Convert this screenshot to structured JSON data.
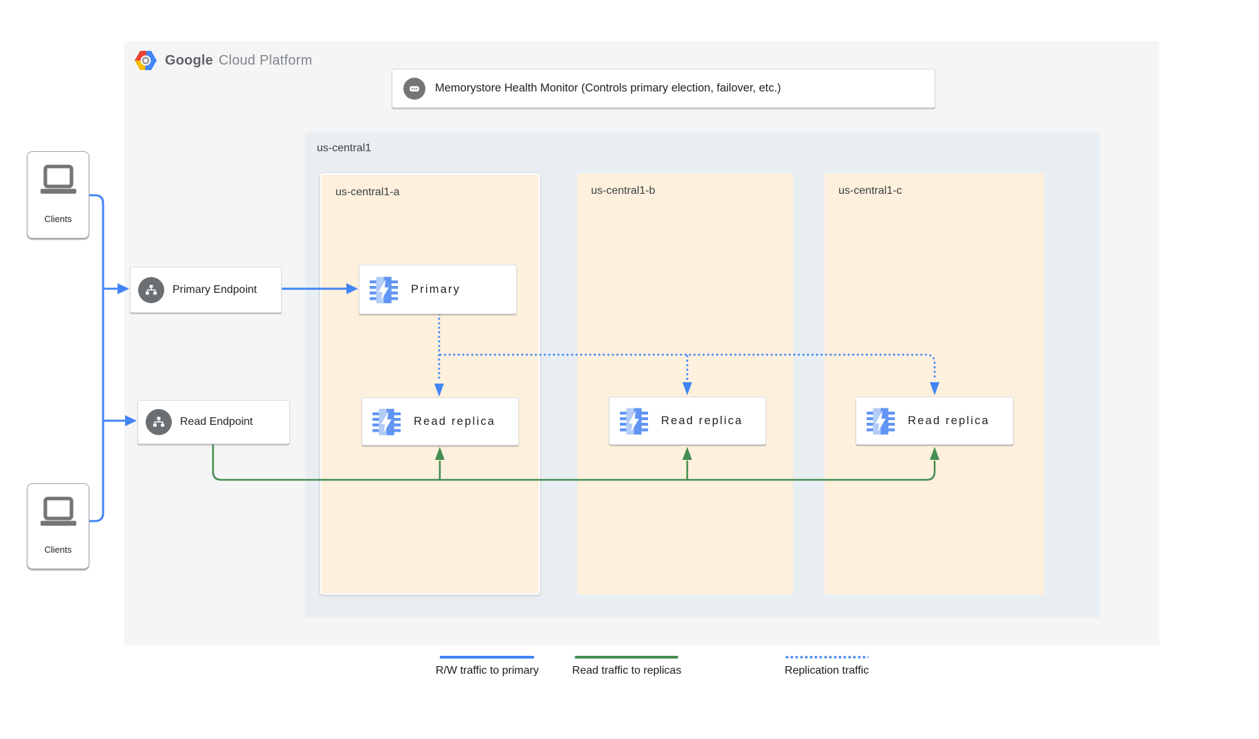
{
  "header": {
    "brand_bold": "Google",
    "brand_light": "Cloud Platform"
  },
  "health_monitor": {
    "icon": "ellipsis-bubble-icon",
    "label": "Memorystore Health Monitor (Controls primary election, failover, etc.)"
  },
  "region": {
    "label": "us-central1",
    "zones": [
      {
        "label": "us-central1-a",
        "highlight": true
      },
      {
        "label": "us-central1-b",
        "highlight": false
      },
      {
        "label": "us-central1-c",
        "highlight": false
      }
    ]
  },
  "endpoints": {
    "primary": {
      "label": "Primary Endpoint",
      "icon": "network-icon"
    },
    "read": {
      "label": "Read Endpoint",
      "icon": "network-icon"
    }
  },
  "nodes": {
    "primary": {
      "label": "Primary",
      "icon": "memorystore-chip-icon"
    },
    "replicas": [
      {
        "label": "Read replica",
        "icon": "memorystore-chip-icon"
      },
      {
        "label": "Read replica",
        "icon": "memorystore-chip-icon"
      },
      {
        "label": "Read replica",
        "icon": "memorystore-chip-icon"
      }
    ]
  },
  "clients": {
    "top": {
      "label": "Clients"
    },
    "bottom": {
      "label": "Clients"
    }
  },
  "legend": {
    "items": [
      {
        "label": "R/W traffic to primary",
        "style": "solid",
        "color": "#4285f4"
      },
      {
        "label": "Read traffic to replicas",
        "style": "solid",
        "color": "#458d51"
      },
      {
        "label": "Replication traffic",
        "style": "dotted",
        "color": "#4285f4"
      }
    ]
  },
  "colors": {
    "rw_traffic_blue": "#4285f4",
    "read_traffic_green": "#458d51",
    "replication_blue": "#4285f4",
    "container_bg": "#f5f5f6",
    "region_bg": "#e9eef2",
    "zone_bg": "#fdf0dd"
  }
}
